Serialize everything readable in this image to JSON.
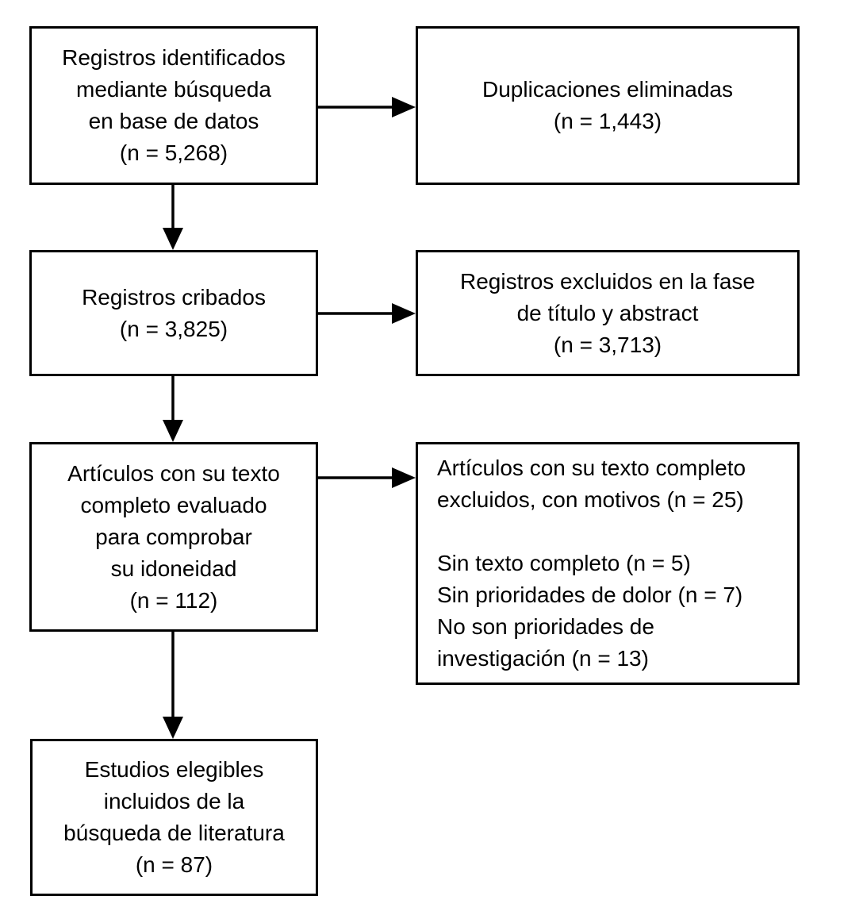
{
  "diagram": {
    "background_color": "#ffffff",
    "box_border_color": "#000000",
    "text_color": "#000000",
    "boxes": [
      {
        "id": "records-identified",
        "lines": [
          "Registros identificados",
          "mediante búsqueda",
          "en base de datos",
          "(n = 5,268)"
        ]
      },
      {
        "id": "duplicates-removed",
        "lines": [
          "Duplicaciones eliminadas",
          "(n = 1,443)"
        ]
      },
      {
        "id": "records-screened",
        "lines": [
          "Registros cribados",
          "(n = 3,825)"
        ]
      },
      {
        "id": "records-excluded-title-abstract",
        "lines": [
          "Registros excluidos en la fase",
          "de título y abstract",
          "(n = 3,713)"
        ]
      },
      {
        "id": "fulltext-assessed",
        "lines": [
          "Artículos con su texto",
          "completo evaluado",
          "para comprobar",
          "su idoneidad",
          "(n = 112)"
        ]
      },
      {
        "id": "fulltext-excluded",
        "lines": [
          "Artículos con su texto completo",
          "excluidos, con motivos (n = 25)",
          "",
          "Sin texto completo (n = 5)",
          "Sin prioridades de dolor (n = 7)",
          "No son prioridades de",
          "investigación (n = 13)"
        ]
      },
      {
        "id": "studies-included",
        "lines": [
          "Estudios elegibles",
          "incluidos de la",
          "búsqueda de literatura",
          "(n = 87)"
        ]
      }
    ],
    "arrows": [
      {
        "from": "records-identified",
        "to": "duplicates-removed"
      },
      {
        "from": "records-identified",
        "to": "records-screened"
      },
      {
        "from": "records-screened",
        "to": "records-excluded-title-abstract"
      },
      {
        "from": "records-screened",
        "to": "fulltext-assessed"
      },
      {
        "from": "fulltext-assessed",
        "to": "fulltext-excluded"
      },
      {
        "from": "fulltext-assessed",
        "to": "studies-included"
      }
    ]
  }
}
